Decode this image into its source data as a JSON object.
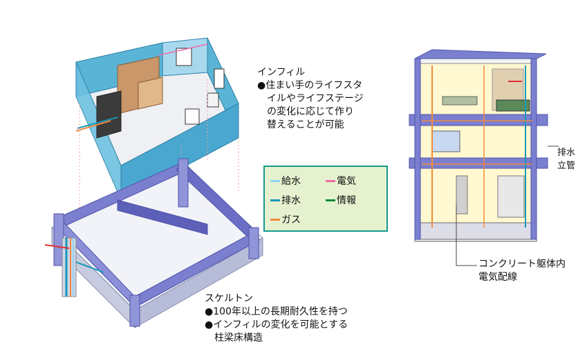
{
  "infill": {
    "title": "インフィル",
    "lines": [
      "●住まい手のライフスタ",
      "イルやライフステージ",
      "の変化に応じて作り",
      "替えることが可能"
    ]
  },
  "skeleton": {
    "title": "スケルトン",
    "lines": [
      "●100年以上の長期耐久性を持つ",
      "●インフィルの変化を可能とする",
      "柱梁床構造"
    ]
  },
  "drain_riser": {
    "lines": [
      "排水",
      "立管"
    ]
  },
  "concrete_wiring": {
    "lines": [
      "コンクリート躯体内",
      "電気配線"
    ]
  },
  "legend": {
    "items": [
      {
        "label": "給水",
        "color": "#8fd3f0"
      },
      {
        "label": "電気",
        "color": "#f06aa8"
      },
      {
        "label": "排水",
        "color": "#1598b8"
      },
      {
        "label": "情報",
        "color": "#0b8a3a"
      },
      {
        "label": "ガス",
        "color": "#f08a3a"
      }
    ]
  }
}
